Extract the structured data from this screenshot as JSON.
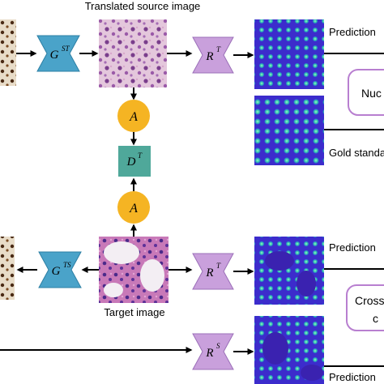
{
  "labels": {
    "translated_source": "Translated source image",
    "target_image": "Target image",
    "prediction": "Prediction",
    "gold_standard": "Gold standard",
    "nuc": "Nuc",
    "cross": "Cross",
    "c": "c"
  },
  "blocks": {
    "g_st": {
      "base": "G",
      "sup": "ST"
    },
    "g_ts": {
      "base": "G",
      "sup": "TS"
    },
    "r_t_top": {
      "base": "R",
      "sup": "T"
    },
    "r_t_bottom": {
      "base": "R",
      "sup": "T"
    },
    "r_s": {
      "base": "R",
      "sup": "S"
    },
    "discriminator": {
      "base": "D",
      "sup": "T"
    },
    "a_top": "A",
    "a_bottom": "A"
  },
  "colors": {
    "generator": "#4aa3c9",
    "recon": "#c9a0dc",
    "discriminator": "#4fa89a",
    "attention": "#f5b423",
    "heatmap_bg": "#3a28c8",
    "nucleus": "#3ee0b0",
    "box_border": "#b87fd0"
  }
}
